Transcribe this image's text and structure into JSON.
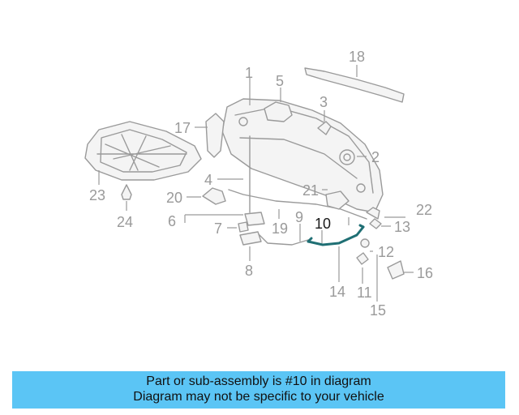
{
  "diagram": {
    "highlighted_part": "10",
    "colors": {
      "line": "#9a9a9a",
      "highlight": "#1f6f74",
      "banner": "#5bc5f5"
    },
    "callouts": [
      "1",
      "2",
      "3",
      "4",
      "5",
      "6",
      "7",
      "8",
      "9",
      "10",
      "11",
      "12",
      "13",
      "14",
      "15",
      "16",
      "17",
      "18",
      "19",
      "20",
      "21",
      "22",
      "23",
      "24"
    ]
  },
  "banner": {
    "line1": "Part or sub-assembly is #10 in diagram",
    "line2": "Diagram may not be specific to your vehicle"
  }
}
